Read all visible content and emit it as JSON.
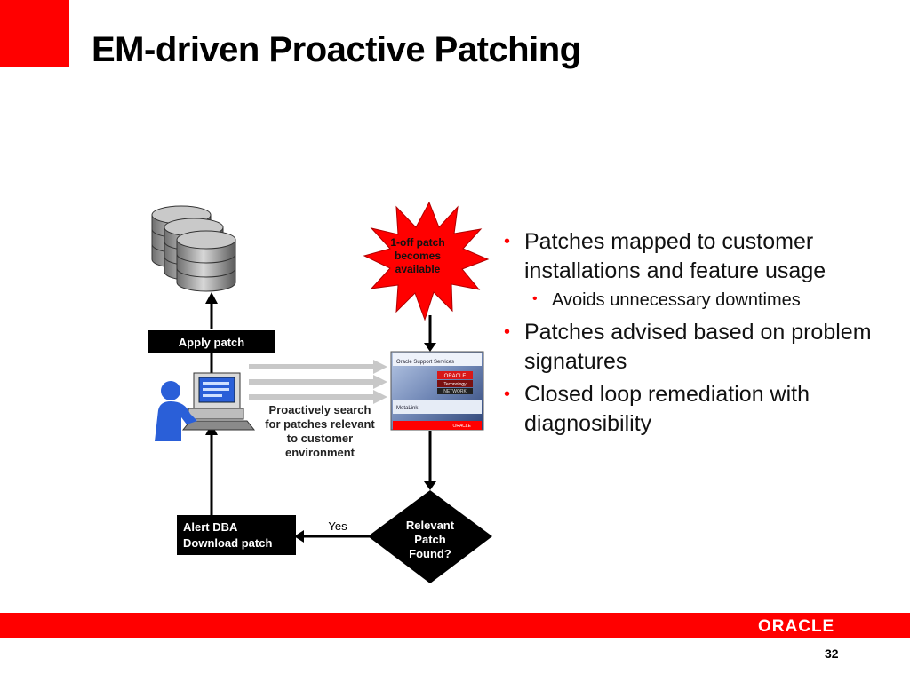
{
  "slide": {
    "title": "EM-driven Proactive Patching",
    "page_number": "32",
    "logo_text": "ORACLE"
  },
  "diagram": {
    "apply_patch_label": "Apply patch",
    "starburst_lines": [
      "1-off patch",
      "becomes",
      "available"
    ],
    "search_lines": [
      "Proactively search",
      "for patches relevant",
      "to customer",
      "environment"
    ],
    "alert_lines": [
      "Alert DBA",
      "Download patch"
    ],
    "yes_label": "Yes",
    "decision_lines": [
      "Relevant",
      "Patch",
      "Found?"
    ],
    "screenshot_texts": [
      "Oracle Support Services",
      "ORACLE",
      "Technology",
      "NETWORK",
      "MetaLink",
      "ORACLE"
    ]
  },
  "bullets": [
    {
      "text": "Patches mapped to customer installations and feature usage",
      "sub": [
        "Avoids unnecessary downtimes"
      ]
    },
    {
      "text": "Patches advised based on problem signatures",
      "sub": []
    },
    {
      "text": "Closed loop remediation with diagnosibility",
      "sub": []
    }
  ],
  "colors": {
    "accent": "#ff0000",
    "label_bg": "#000000",
    "figure_blue": "#2a5fd8"
  }
}
